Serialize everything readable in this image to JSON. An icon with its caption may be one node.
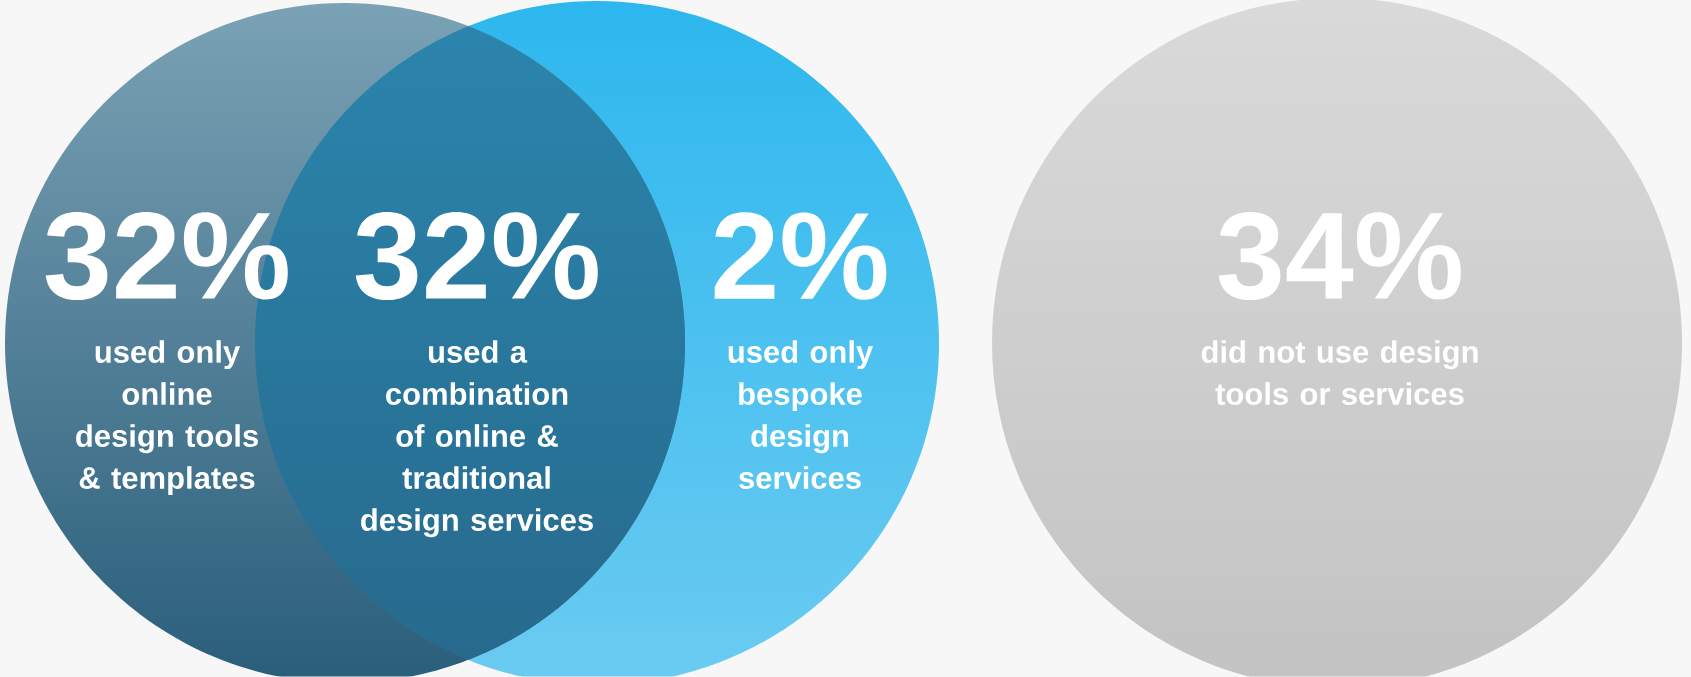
{
  "diagram": {
    "nodes": [
      {
        "text": [
          "32%",
          "used only online design tools & templates"
        ]
      },
      {
        "text": [
          "32%",
          "used a combination of online & traditional design services"
        ]
      },
      {
        "text": [
          "2%",
          "used only bespoke design services"
        ]
      },
      {
        "text": [
          "34%",
          "did not use design tools or services"
        ]
      }
    ]
  }
}
